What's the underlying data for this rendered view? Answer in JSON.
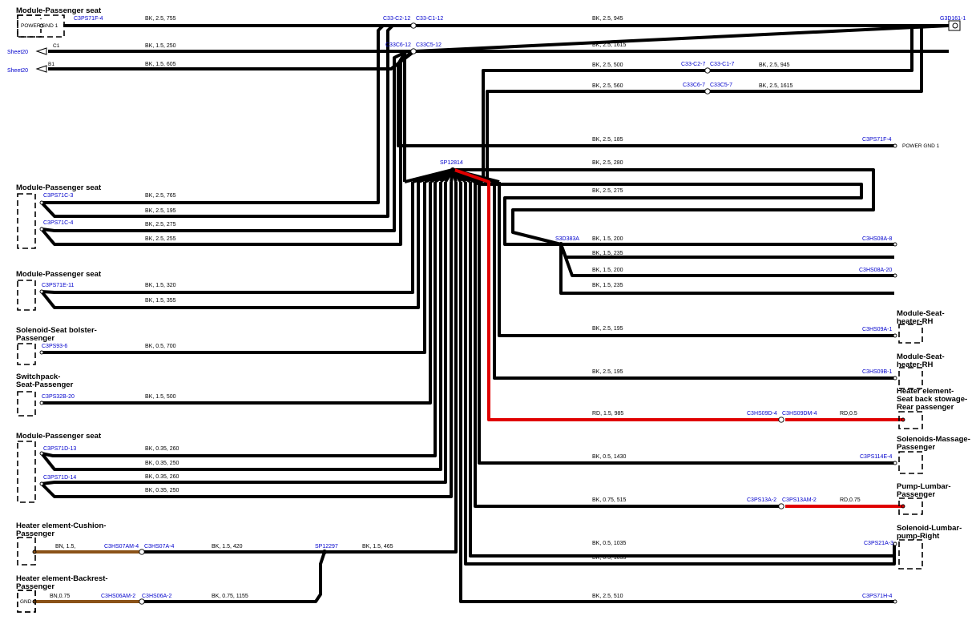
{
  "components": {
    "module_ps_1": "Module-Passenger seat",
    "module_ps_2": "Module-Passenger seat",
    "module_ps_3": "Module-Passenger seat",
    "solenoid_bolster": [
      "Solenoid-Seat bolster-",
      "Passenger"
    ],
    "switchpack": [
      "Switchpack-",
      "Seat-Passenger"
    ],
    "module_ps_4": "Module-Passenger seat",
    "heater_cushion": [
      "Heater element-Cushion-",
      "Passenger"
    ],
    "heater_backrest": [
      "Heater element-Backrest-",
      "Passenger"
    ],
    "seat_heater_rh_1": [
      "Module-Seat-",
      "heater-RH"
    ],
    "seat_heater_rh_2": [
      "Module-Seat-",
      "heater-RH"
    ],
    "heater_stowage": [
      "Heater element-",
      "Seat back stowage-",
      "Rear passenger"
    ],
    "solenoids_massage": [
      "Solenoids-Massage-",
      "Passenger"
    ],
    "pump_lumbar": [
      "Pump-Lumbar-",
      "Passenger"
    ],
    "solenoid_lumbar": [
      "Solenoid-Lumbar-",
      "pump-Right"
    ]
  },
  "blocks": {
    "power_gnd_box": "POWER GND 1",
    "power_gnd_right": "POWER GND 1",
    "gnd_box": "GND 2",
    "sheet_1": "Sheet20",
    "sheet_2": "Sheet20",
    "sheet_c1": "C1",
    "sheet_b1": "B1"
  },
  "connectors": {
    "c3ps71f_4": "C3PS71F-4",
    "c33_c2_12": "C33-C2-12",
    "c33_c1_12": "C33-C1-12",
    "g3d161_1": "G3D161-1",
    "c33c6_12": "C33C6-12",
    "c33c5_12": "C33C5-12",
    "c33_c2_7": "C33-C2-7",
    "c33_c1_7": "C33-C1-7",
    "c33c6_7": "C33C6-7",
    "c33c5_7": "C33C5-7",
    "c3ps71f_4_b": "C3PS71F-4",
    "sp12814": "SP12814",
    "c3ps71c_3": "C3PS71C-3",
    "c3ps71c_4": "C3PS71C-4",
    "s3d383a": "S3D383A",
    "c3hs08a_8": "C3HS08A-8",
    "c3hs08a_20": "C3HS08A-20",
    "c3ps71e_11": "C3PS71E-11",
    "c3hs09a_1": "C3HS09A-1",
    "c3ps93_6": "C3PS93-6",
    "c3hs09b_1": "C3HS09B-1",
    "c3ps32b_20": "C3PS32B-20",
    "c3hs09d_4": "C3HS09D-4",
    "c3hs09dm_4": "C3HS09DM-4",
    "c3ps71d_13": "C3PS71D-13",
    "c3ps114e_4": "C3PS114E-4",
    "c3ps71d_14": "C3PS71D-14",
    "c3ps13a_2": "C3PS13A-2",
    "c3ps13am_2": "C3PS13AM-2",
    "c3hs07am_4": "C3HS07AM-4",
    "c3hs07a_4": "C3HS07A-4",
    "sp12297": "SP12297",
    "c3ps21a_3": "C3PS21A-3",
    "c3hs06am_2": "C3HS06AM-2",
    "c3hs06a_2": "C3HS06A-2",
    "c3ps71h_4": "C3PS71H-4"
  },
  "wire_labels": {
    "w01": "BK,  2.5,  755",
    "w02": "BK,  2.5,  945",
    "w03": "BK,  1.5,  250",
    "w04": "BK,  2.5,  1615",
    "w05": "BK,  1.5,  605",
    "w06": "BK,  2.5,  500",
    "w07": "BK,  2.5,  945",
    "w08": "BK,  2.5,  560",
    "w09": "BK,  2.5,  1615",
    "w10": "BK,  2.5,  185",
    "w11": "BK,  2.5,  280",
    "w12": "BK,  2.5,  765",
    "w13": "BK,  2.5,  275",
    "w14": "BK,  2.5,  195",
    "w15": "BK,  2.5,  275",
    "w16": "BK,  2.5,  255",
    "w17": "BK,  1.5,  200",
    "w18": "BK,  1.5,  235",
    "w19": "BK,  1.5,  200",
    "w20": "BK,  1.5,  320",
    "w21": "BK,  1.5,  235",
    "w22": "BK,  1.5,  355",
    "w23": "BK,  2.5,  195",
    "w24": "BK,  0.5,  700",
    "w25": "BK,  2.5,  195",
    "w26": "BK,  1.5,  500",
    "w27": "RD,  1.5,  985",
    "w28": "RD,0.5",
    "w29": "BK,  0.35,  260",
    "w30": "BK,  0.5,  1430",
    "w31": "BK,  0.35,  250",
    "w32": "BK,  0.35,  260",
    "w33": "BK,  0.35,  250",
    "w34": "BK,  0.75,  515",
    "w35": "RD,0.75",
    "w36": "BN,  1.5,",
    "w37": "BK,  1.5,  420",
    "w38": "BK,  1.5,  465",
    "w39": "BK,  0.5,  1035",
    "w40": "BK,  0.5,  1035",
    "w41": "BN,0.75",
    "w42": "BK,  0.75,  1155",
    "w43": "BK,  2.5,  510"
  },
  "wire_colors": {
    "black": "#000000",
    "red": "#e00000",
    "brown": "#8a5218"
  },
  "connector_text_color": "#0000cc"
}
